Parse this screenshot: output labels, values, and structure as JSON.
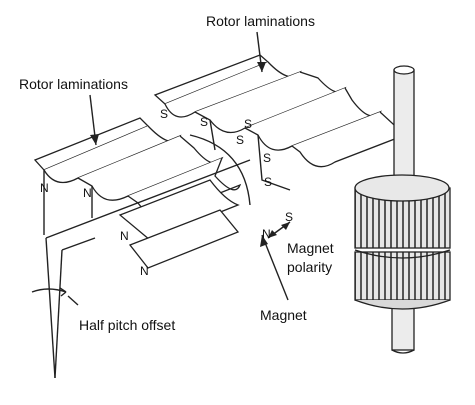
{
  "labels": {
    "rotor_laminations_top": "Rotor laminations",
    "rotor_laminations_left": "Rotor laminations",
    "magnet": "Magnet",
    "magnet_polarity_line1": "Magnet",
    "magnet_polarity_line2": "polarity",
    "half_pitch_offset": "Half pitch offset"
  },
  "poles": {
    "north": "N",
    "south": "S"
  }
}
